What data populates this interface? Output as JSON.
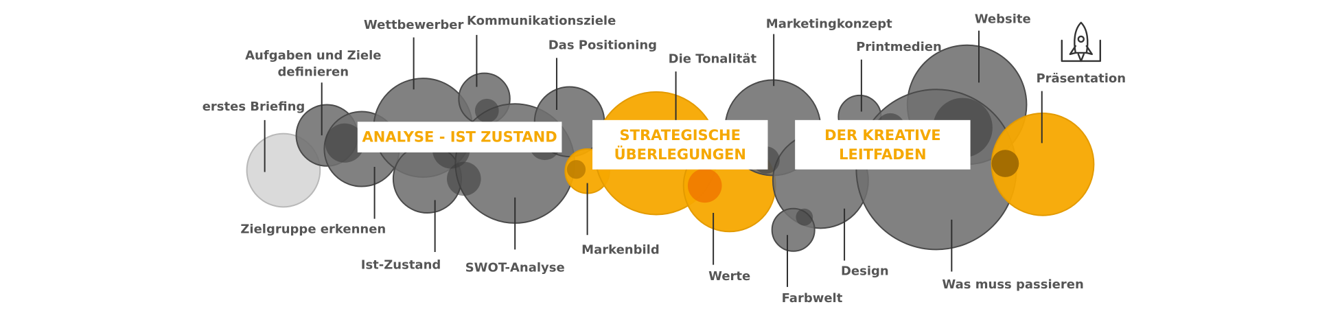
{
  "colors": {
    "grey": "#6f6f6f",
    "grey_light": "#d4d4d4",
    "grey_light_border": "#b8b8b8",
    "orange": "#f7a800",
    "overlap_dark": "#3b3b3b",
    "overlap_orange": "#f07a00",
    "label": "#555555",
    "stage_text": "#f5a800",
    "line": "#2f2f2f"
  },
  "stages": [
    {
      "id": "analyse",
      "lines": [
        "ANALYSE - IST ZUSTAND"
      ]
    },
    {
      "id": "strategie",
      "lines": [
        "STRATEGISCHE",
        "ÜBERLEGUNGEN"
      ]
    },
    {
      "id": "kreativ",
      "lines": [
        "DER KREATIVE",
        "LEITFADEN"
      ]
    }
  ],
  "topics": [
    {
      "id": "erstes-briefing",
      "lines": [
        "erstes Briefing"
      ]
    },
    {
      "id": "aufgaben-und-ziele",
      "lines": [
        "Aufgaben und Ziele",
        "definieren"
      ]
    },
    {
      "id": "zielgruppe-erkennen",
      "lines": [
        "Zielgruppe erkennen"
      ]
    },
    {
      "id": "wettbewerber",
      "lines": [
        "Wettbewerber"
      ]
    },
    {
      "id": "ist-zustand",
      "lines": [
        "Ist-Zustand"
      ]
    },
    {
      "id": "kommunikationsziele",
      "lines": [
        "Kommunikationsziele"
      ]
    },
    {
      "id": "swot-analyse",
      "lines": [
        "SWOT-Analyse"
      ]
    },
    {
      "id": "das-positioning",
      "lines": [
        "Das Positioning"
      ]
    },
    {
      "id": "markenbild",
      "lines": [
        "Markenbild"
      ]
    },
    {
      "id": "die-tonalitaet",
      "lines": [
        "Die Tonalität"
      ]
    },
    {
      "id": "werte",
      "lines": [
        "Werte"
      ]
    },
    {
      "id": "marketingkonzept",
      "lines": [
        "Marketingkonzept"
      ]
    },
    {
      "id": "farbwelt",
      "lines": [
        "Farbwelt"
      ]
    },
    {
      "id": "printmedien",
      "lines": [
        "Printmedien"
      ]
    },
    {
      "id": "design",
      "lines": [
        "Design"
      ]
    },
    {
      "id": "website",
      "lines": [
        "Website"
      ]
    },
    {
      "id": "was-muss-passieren",
      "lines": [
        "Was muss passieren"
      ]
    },
    {
      "id": "praesentation",
      "lines": [
        "Präsentation"
      ]
    }
  ],
  "icons": [
    {
      "id": "rocket",
      "name": "rocket-icon"
    }
  ]
}
